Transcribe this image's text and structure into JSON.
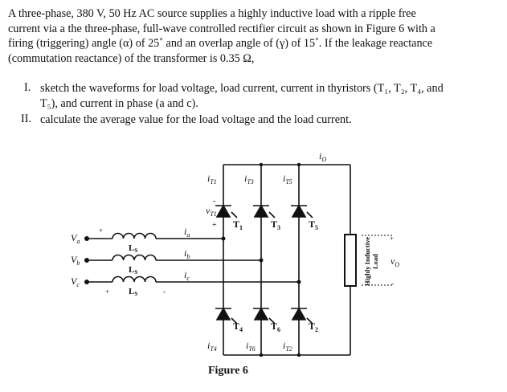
{
  "problem": {
    "paragraph_lines": [
      "A three-phase, 380 V, 50 Hz AC source supplies a highly inductive load with a ripple free",
      "current via a the three-phase, full-wave controlled rectifier circuit as shown in Figure 6 with a",
      "firing (triggering) angle (α) of 25˚ and an overlap angle of (γ) of 15˚. If the leakage reactance",
      "(commutation reactance) of the transformer is 0.35 Ω,"
    ],
    "item1_num": "I.",
    "item1_line1": "sketch the waveforms for load voltage, load current, current in thyristors (T₁, T₂, T₄, and",
    "item1_line2": "T₅), and current in phase (a and c).",
    "item2_num": "II.",
    "item2_line1": "calculate the average value for the load voltage and the load current."
  },
  "figure": {
    "caption": "Figure 6",
    "io": "i",
    "io_sub": "O",
    "phases": [
      {
        "v": "V",
        "sub": "a",
        "ls": "L",
        "ls_sub": "S",
        "i": "i",
        "i_sub": "a"
      },
      {
        "v": "V",
        "sub": "b",
        "ls": "L",
        "ls_sub": "S",
        "i": "i",
        "i_sub": "b"
      },
      {
        "v": "V",
        "sub": "c",
        "ls": "L",
        "ls_sub": "S",
        "i": "i",
        "i_sub": "c"
      }
    ],
    "top_thyristors": [
      {
        "label": "T",
        "sub": "1",
        "i": "i",
        "isub": "T1"
      },
      {
        "label": "T",
        "sub": "3",
        "i": "i",
        "isub": "T3"
      },
      {
        "label": "T",
        "sub": "5",
        "i": "i",
        "isub": "T5"
      }
    ],
    "bottom_thyristors": [
      {
        "label": "T",
        "sub": "4",
        "i": "i",
        "isub": "T4"
      },
      {
        "label": "T",
        "sub": "6",
        "i": "i",
        "isub": "T6"
      },
      {
        "label": "T",
        "sub": "2",
        "i": "i",
        "isub": "T2"
      }
    ],
    "vt1": "v",
    "vt1_sub": "T1",
    "plus": "+",
    "minus": "-",
    "load_label_1": "Highly Inductive",
    "load_label_2": "Load",
    "vo": "v",
    "vo_sub": "O"
  }
}
